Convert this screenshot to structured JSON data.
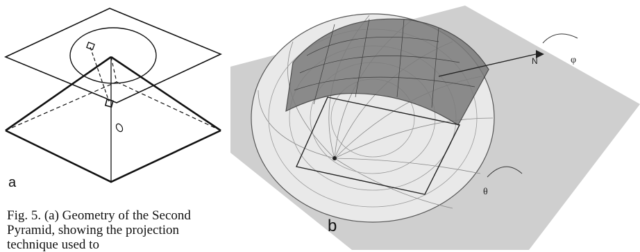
{
  "figure": {
    "panel_a_label": "a",
    "panel_b_label": "b",
    "caption": "Fig. 5. (a) Geometry of the Second Pyramid, showing the projection technique used to",
    "panel_b_symbols": {
      "north_marker": "N",
      "angle_phi": "φ",
      "angle_theta": "θ"
    },
    "colors": {
      "ink": "#111111",
      "plane_gray": "#cfcfcf",
      "shaded_patch": "#7a7a7a"
    }
  }
}
